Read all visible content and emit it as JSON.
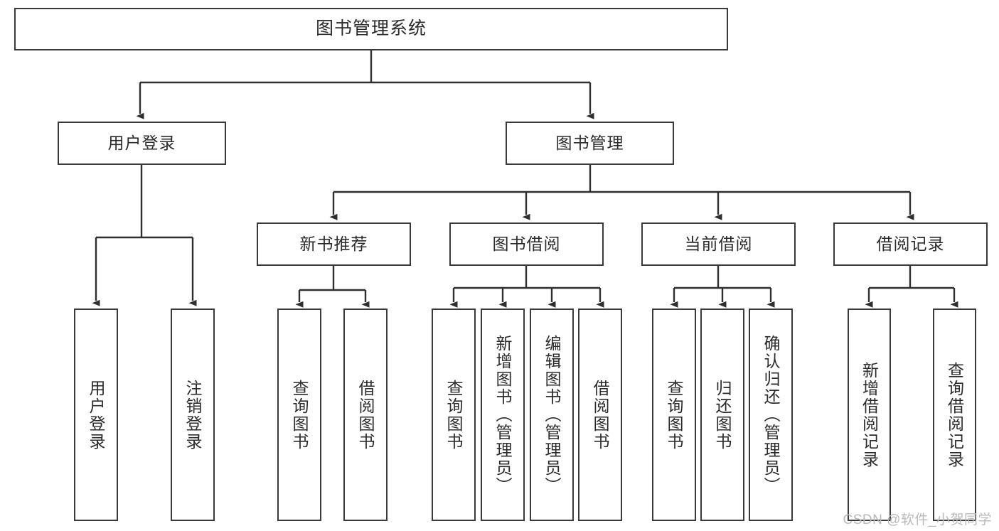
{
  "diagram": {
    "title": "图书管理系统",
    "watermark": "CSDN @软件_小贺同学",
    "stroke_color": "#2f2f2f",
    "box_fill": "#ffffff",
    "text_color": "#2b2b2b",
    "nodes": {
      "root": "图书管理系统",
      "user_login": "用户登录",
      "book_manage": "图书管理",
      "new_book_rec": "新书推荐",
      "book_borrow": "图书借阅",
      "current_borrow": "当前借阅",
      "borrow_record": "借阅记录",
      "leaf_user_login": "用户登录",
      "leaf_user_logout": "注销登录",
      "leaf_rec_query": "查询图书",
      "leaf_rec_borrow": "借阅图书",
      "leaf_borrow_query": "查询图书",
      "leaf_borrow_add": "新增图书（管理员）",
      "leaf_borrow_edit": "编辑图书（管理员）",
      "leaf_borrow_lend": "借阅图书",
      "leaf_cur_query": "查询图书",
      "leaf_cur_return": "归还图书",
      "leaf_cur_confirm": "确认归还（管理员）",
      "leaf_rec_add": "新增借阅记录",
      "leaf_rec_search": "查询借阅记录"
    },
    "chart_data": {
      "type": "tree",
      "title": "图书管理系统",
      "root": {
        "label": "图书管理系统",
        "children": [
          {
            "label": "用户登录",
            "children": [
              {
                "label": "用户登录",
                "children": []
              },
              {
                "label": "注销登录",
                "children": []
              }
            ]
          },
          {
            "label": "图书管理",
            "children": [
              {
                "label": "新书推荐",
                "children": [
                  {
                    "label": "查询图书",
                    "children": []
                  },
                  {
                    "label": "借阅图书",
                    "children": []
                  }
                ]
              },
              {
                "label": "图书借阅",
                "children": [
                  {
                    "label": "查询图书",
                    "children": []
                  },
                  {
                    "label": "新增图书（管理员）",
                    "children": []
                  },
                  {
                    "label": "编辑图书（管理员）",
                    "children": []
                  },
                  {
                    "label": "借阅图书",
                    "children": []
                  }
                ]
              },
              {
                "label": "当前借阅",
                "children": [
                  {
                    "label": "查询图书",
                    "children": []
                  },
                  {
                    "label": "归还图书",
                    "children": []
                  },
                  {
                    "label": "确认归还（管理员）",
                    "children": []
                  }
                ]
              },
              {
                "label": "借阅记录",
                "children": [
                  {
                    "label": "新增借阅记录",
                    "children": []
                  },
                  {
                    "label": "查询借阅记录",
                    "children": []
                  }
                ]
              }
            ]
          }
        ]
      }
    }
  }
}
